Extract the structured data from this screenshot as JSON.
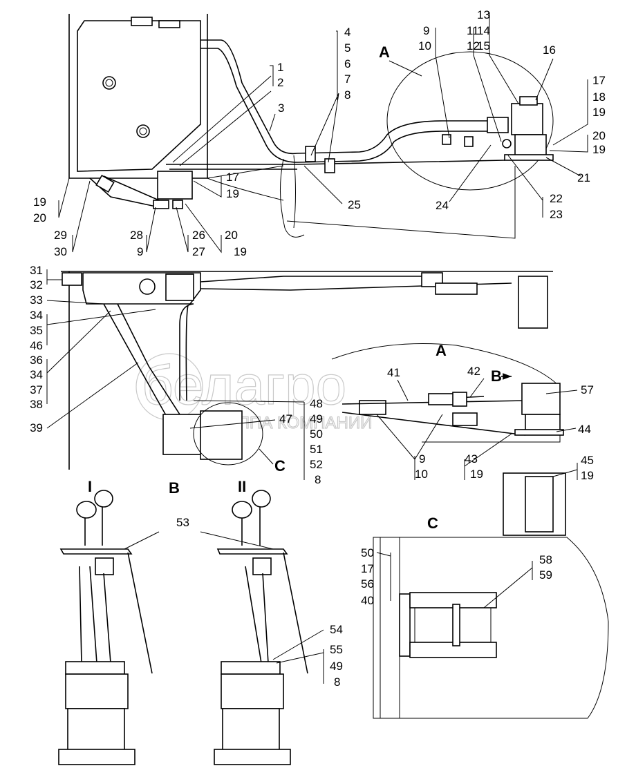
{
  "watermark": {
    "brand": "белагро",
    "subtitle": "ГРУППА КОМПАНИЙ"
  },
  "views": {
    "view_a_top": "A",
    "view_a_detail": "A",
    "view_b_arrow": "B",
    "view_b_title": "B",
    "view_c_marker": "C",
    "view_c_title": "C",
    "position_1": "I",
    "position_2": "II"
  },
  "callouts": {
    "top": [
      "1",
      "2",
      "3",
      "4",
      "5",
      "6",
      "7",
      "8",
      "9",
      "10",
      "11",
      "12",
      "13",
      "14",
      "15",
      "16",
      "17",
      "18",
      "19",
      "20",
      "19",
      "21",
      "22",
      "23",
      "24",
      "25",
      "17",
      "19",
      "19",
      "20",
      "29",
      "30",
      "28",
      "9",
      "26",
      "27",
      "20",
      "19"
    ],
    "middle": [
      "31",
      "32",
      "33",
      "34",
      "35",
      "46",
      "36",
      "34",
      "37",
      "38",
      "39",
      "48",
      "49",
      "47",
      "50",
      "51",
      "52",
      "8",
      "41",
      "42",
      "57",
      "44",
      "9",
      "10",
      "43",
      "19",
      "45",
      "19"
    ],
    "bottom": [
      "53",
      "54",
      "55",
      "49",
      "8",
      "50",
      "17",
      "56",
      "40",
      "58",
      "59"
    ]
  }
}
